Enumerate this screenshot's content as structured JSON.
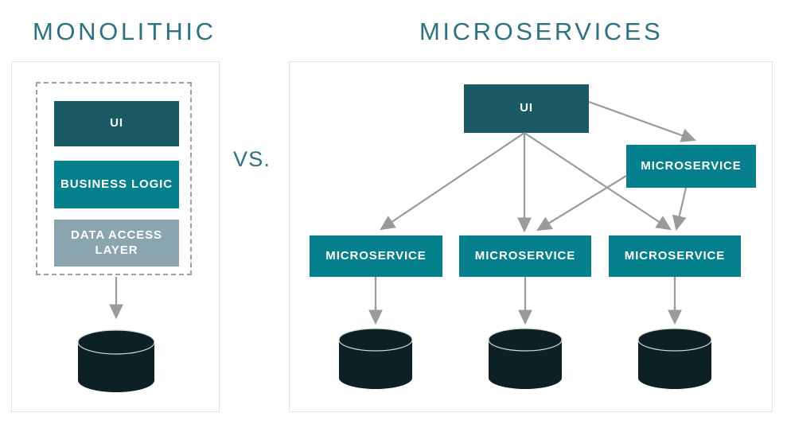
{
  "diagram": {
    "title_left": "MONOLITHIC",
    "title_right": "MICROSERVICES",
    "separator_label": "VS.",
    "colors": {
      "title_teal": "#2e7180",
      "ui_box": "#195a64",
      "service_box": "#07808d",
      "data_access_box": "#8ba5ae",
      "database_cylinder": "#0d2025",
      "arrow_gray": "#9a9a9a",
      "panel_border": "#e3e3e4",
      "dashed_border": "#9aa0a6",
      "box_text": "#ffffff"
    }
  },
  "monolithic": {
    "layers": [
      {
        "id": "ui",
        "label": "UI",
        "style": "ui"
      },
      {
        "id": "business-logic",
        "label": "BUSINESS LOGIC",
        "style": "service"
      },
      {
        "id": "data-access-layer",
        "label": "DATA ACCESS LAYER",
        "style": "data"
      }
    ],
    "database": {
      "label": "",
      "name": "database-cylinder"
    },
    "connections": [
      {
        "from": "data-access-layer",
        "to": "database"
      }
    ]
  },
  "microservices": {
    "ui": {
      "id": "ui",
      "label": "UI"
    },
    "services": [
      {
        "id": "microservice-top-right",
        "label": "MICROSERVICE",
        "position": "top-right"
      },
      {
        "id": "microservice-1",
        "label": "MICROSERVICE",
        "position": "bottom-left"
      },
      {
        "id": "microservice-2",
        "label": "MICROSERVICE",
        "position": "bottom-center"
      },
      {
        "id": "microservice-3",
        "label": "MICROSERVICE",
        "position": "bottom-right"
      }
    ],
    "databases": [
      {
        "id": "database-1",
        "for": "microservice-1"
      },
      {
        "id": "database-2",
        "for": "microservice-2"
      },
      {
        "id": "database-3",
        "for": "microservice-3"
      }
    ],
    "connections": [
      {
        "from": "ui",
        "to": "microservice-top-right"
      },
      {
        "from": "ui",
        "to": "microservice-1"
      },
      {
        "from": "ui",
        "to": "microservice-2"
      },
      {
        "from": "ui",
        "to": "microservice-3"
      },
      {
        "from": "microservice-top-right",
        "to": "microservice-2"
      },
      {
        "from": "microservice-top-right",
        "to": "microservice-3"
      },
      {
        "from": "microservice-1",
        "to": "database-1"
      },
      {
        "from": "microservice-2",
        "to": "database-2"
      },
      {
        "from": "microservice-3",
        "to": "database-3"
      }
    ]
  }
}
